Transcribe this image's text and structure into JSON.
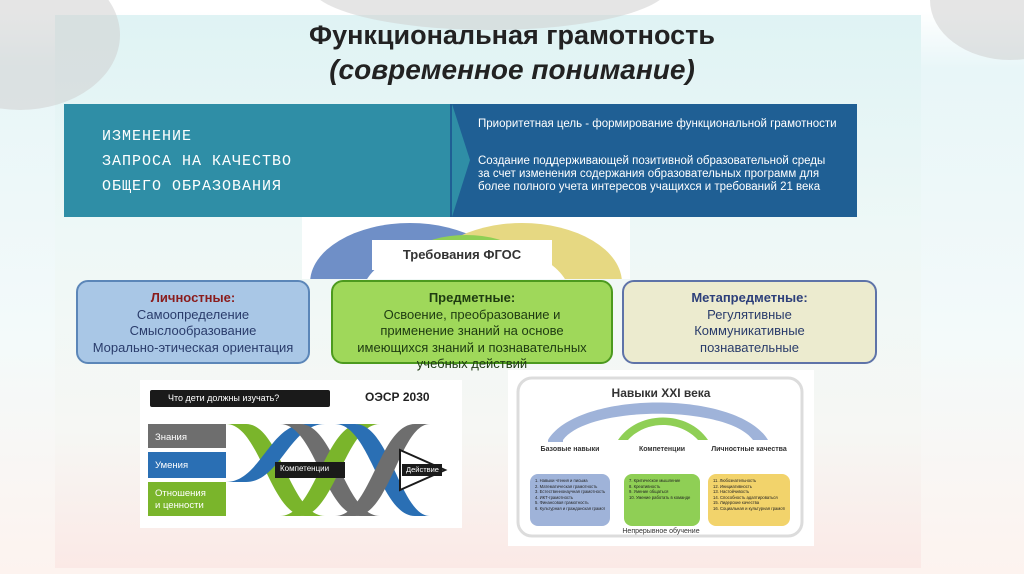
{
  "title": {
    "line1": "Функциональная грамотность",
    "line2": "(современное понимание)"
  },
  "banner": {
    "left_lines": [
      "ИЗМЕНЕНИЕ",
      "ЗАПРОСА НА КАЧЕСТВО",
      "ОБЩЕГО ОБРАЗОВАНИЯ"
    ],
    "right_p1": "Приоритетная цель - формирование функциональной грамотности",
    "right_p2": "Создание поддерживающей позитивной образовательной среды за счет изменения содержания образовательных программ для более полного учета интересов учащихся и требований 21 века"
  },
  "fgos": {
    "ribbon": "Требования ФГОС",
    "boxes": [
      {
        "heading": "Личностные:",
        "lines": [
          "Самоопределение",
          "Смыслообразование",
          "Морально-этическая ориентация"
        ]
      },
      {
        "heading": "Предметные:",
        "lines": [
          "Освоение, преобразование и",
          "применение знаний на основе",
          "имеющихся знаний и познавательных",
          "учебных действий"
        ]
      },
      {
        "heading": "Метапредметные:",
        "lines": [
          "Регулятивные",
          "Коммуникативные",
          "познавательные"
        ]
      }
    ]
  },
  "oecd": {
    "question": "Что дети должны изучать?",
    "label": "ОЭСР 2030",
    "rows": [
      "Знания",
      "Умения",
      "Отношения",
      "и ценности"
    ],
    "competencies": "Компетенции",
    "action": "Действие"
  },
  "skills21": {
    "title": "Навыки XXI века",
    "columns": [
      "Базовые навыки",
      "Компетенции",
      "Личностные качества"
    ],
    "lists": [
      [
        "1. Навыки чтения и письма",
        "2. Математическая грамотность",
        "3. Естественнонаучная грамотность",
        "4. ИКТ-грамотность",
        "5. Финансовая грамотность",
        "6. Культурная и гражданская грамотность"
      ],
      [
        "7. Критическое мышление",
        "8. Креативность",
        "9. Умение общаться",
        "10. Умение работать в команде"
      ],
      [
        "11. Любознательность",
        "12. Инициативность",
        "13. Настойчивость",
        "14. Способность адаптироваться",
        "15. Лидерские качества",
        "16. Социальная и культурная грамотность"
      ]
    ],
    "footer": "Непрерывное обучение"
  },
  "colors": {
    "banner_left": "#2f8ea6",
    "banner_right": "#1f5f94",
    "box_personal": "#a9c7e6",
    "box_subject": "#9fd85a",
    "box_meta": "#ecebcf"
  }
}
